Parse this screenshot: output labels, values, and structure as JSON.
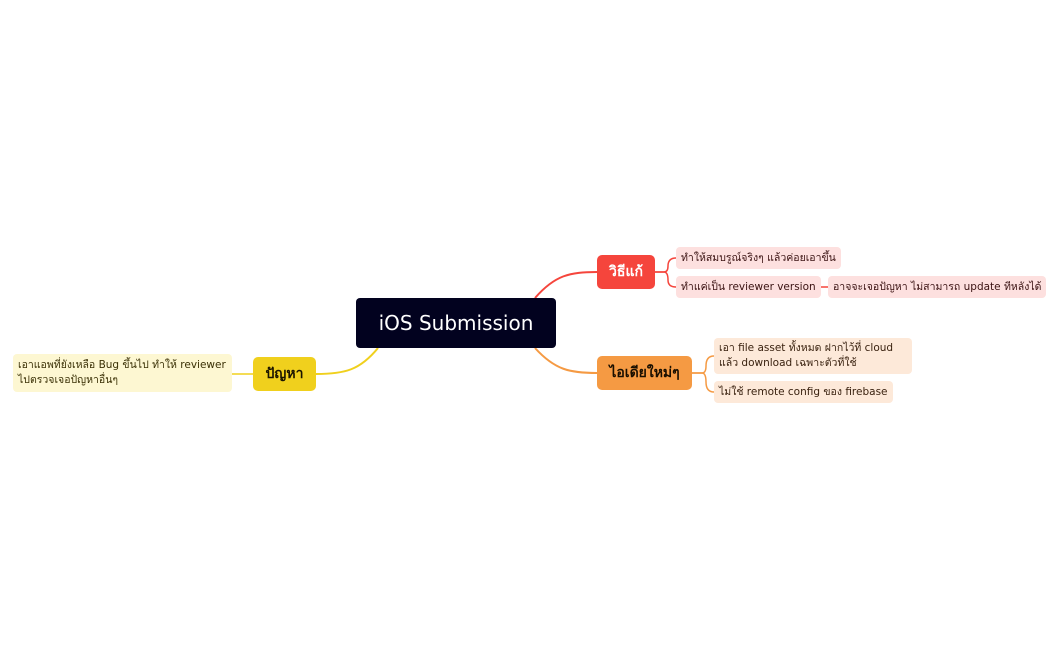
{
  "root": {
    "label": "iOS Submission"
  },
  "branches": {
    "solution": {
      "label": "วิธีแก้",
      "color": "#f5453c",
      "children": [
        {
          "label": "ทำให้สมบรูณ์จริงๆ แล้วค่อยเอาขึ้น"
        },
        {
          "label": "ทำแค่เป็น reviewer version",
          "child": "อาจจะเจอปัญหา ไม่สามารถ update ทีหลังได้"
        }
      ]
    },
    "ideas": {
      "label": "ไอเดียใหม่ๆ",
      "color": "#f59a43",
      "children": [
        {
          "label": "เอา file asset ทั้งหมด ฝากไว้ที่ cloud แล้ว download เฉพาะตัวที่ใช้"
        },
        {
          "label": "ไม่ใช้ remote config ของ firebase"
        }
      ]
    },
    "problem": {
      "label": "ปัญหา",
      "color": "#f0d01d",
      "children": [
        {
          "label": "เอาแอพที่ยังเหลือ Bug ขึ้นไป ทำให้ reviewer ไปตรวจเจอปัญหาอื่นๆ"
        }
      ]
    }
  }
}
